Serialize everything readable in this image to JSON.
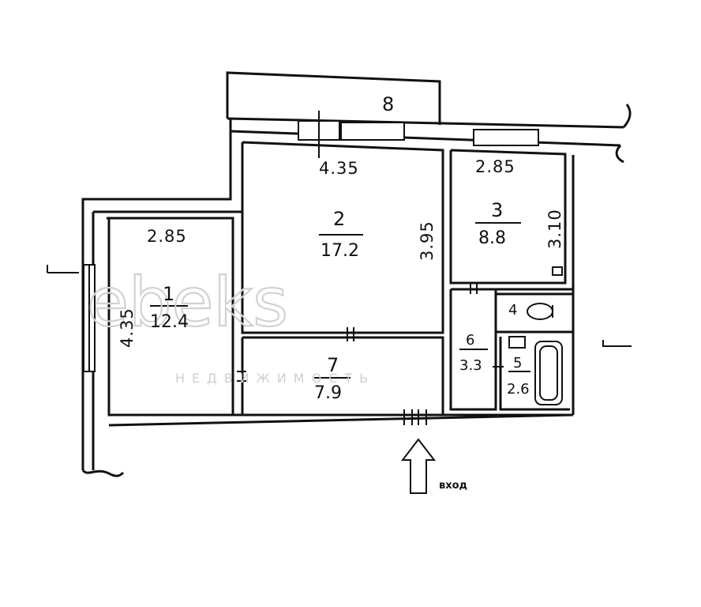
{
  "balcony": {
    "number": "8"
  },
  "rooms": [
    {
      "id": "1",
      "number": "1",
      "area": "12.4",
      "width": "2.85",
      "length": "4.35"
    },
    {
      "id": "2",
      "number": "2",
      "area": "17.2",
      "width": "4.35",
      "length": "3.95"
    },
    {
      "id": "3",
      "number": "3",
      "area": "8.8",
      "width": "2.85",
      "length": "3.10"
    },
    {
      "id": "4",
      "number": "4"
    },
    {
      "id": "5",
      "number": "5",
      "area": "2.6"
    },
    {
      "id": "6",
      "number": "6",
      "area": "3.3"
    },
    {
      "id": "7",
      "number": "7",
      "area": "7.9"
    }
  ],
  "entrance": {
    "label": "вход"
  },
  "watermark": {
    "brand": "ebeks",
    "subtitle": "НЕДВИЖИМОСТЬ"
  }
}
